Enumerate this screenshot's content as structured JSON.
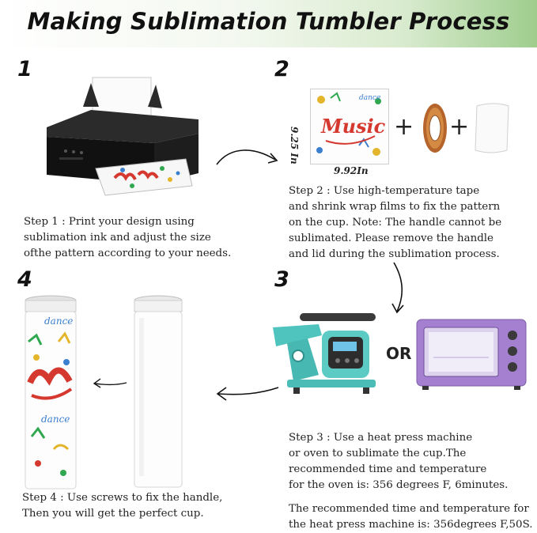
{
  "header": {
    "title": "Making Sublimation Tumbler Process"
  },
  "steps": [
    {
      "number": "1",
      "text": "Step 1 : Print your design using\nsublimation ink and adjust the size\nofthe pattern according to your needs."
    },
    {
      "number": "2",
      "text": "Step 2 : Use high-temperature tape\nand shrink wrap films to fix the pattern\non the cup. Note: The handle cannot be\nsublimated. Please remove the handle\nand lid during the sublimation process."
    },
    {
      "number": "3",
      "text": "Step 3 : Use a heat press machine\nor oven to sublimate the cup.The\nrecommended time and temperature\nfor the oven is: 356 degrees F, 6minutes."
    },
    {
      "number": "4",
      "text": "Step 4 : Use screws to fix the handle,\nThen you will get the perfect cup."
    }
  ],
  "press_note": "The recommended time and temperature for\nthe heat press machine is: 356degrees F,50S.",
  "step2_graphic": {
    "height_label": "9.25 In",
    "width_label": "9.92In",
    "plus": "+"
  },
  "step3_graphic": {
    "or_label": "OR"
  },
  "design_words": {
    "music": "Music",
    "dance": "dance"
  }
}
